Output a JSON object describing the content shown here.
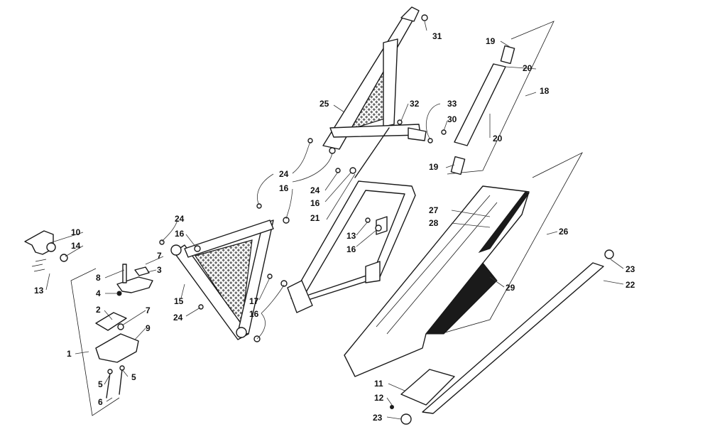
{
  "callouts": {
    "c1": "1",
    "c2": "2",
    "c3": "3",
    "c4": "4",
    "c5a": "5",
    "c5b": "5",
    "c6": "6",
    "c7a": "7",
    "c7b": "7",
    "c8": "8",
    "c9": "9",
    "c10": "10",
    "c11": "11",
    "c12": "12",
    "c13a": "13",
    "c13b": "13",
    "c14": "14",
    "c15": "15",
    "c16a": "16",
    "c16b": "16",
    "c16c": "16",
    "c16d": "16",
    "c16e": "16",
    "c17": "17",
    "c18": "18",
    "c19a": "19",
    "c19b": "19",
    "c20a": "20",
    "c20b": "20",
    "c21": "21",
    "c22": "22",
    "c23a": "23",
    "c23b": "23",
    "c24a": "24",
    "c24b": "24",
    "c24c": "24",
    "c24d": "24",
    "c25": "25",
    "c26": "26",
    "c27": "27",
    "c28": "28",
    "c29": "29",
    "c30": "30",
    "c31": "31",
    "c32": "32",
    "c33": "33"
  }
}
